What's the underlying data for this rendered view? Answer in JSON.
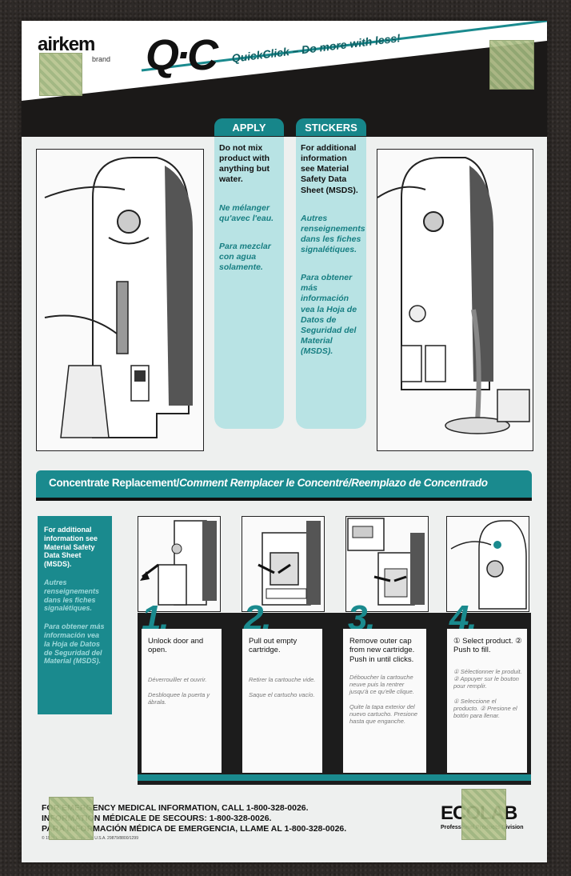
{
  "header": {
    "brand": "airkem",
    "brand_sub": "brand",
    "logo": "Q·C",
    "tagline": "QuickClick – Do more with less!"
  },
  "tabs": {
    "apply": {
      "label": "APPLY",
      "en": "Do not mix product with anything but water.",
      "fr": "Ne mélanger qu'avec l'eau.",
      "es": "Para mezclar con agua solamente."
    },
    "stickers": {
      "label": "STICKERS",
      "en": "For additional information see Material Safety Data Sheet (MSDS).",
      "fr": "Autres renseignements dans les fiches signalétiques.",
      "es": "Para obtener más información vea la Hoja de Datos de Seguridad del Material (MSDS)."
    }
  },
  "section": {
    "title_en": "Concentrate Replacement/",
    "title_fr": "Comment Remplacer le Concentré/",
    "title_es": "Reemplazo de Concentrado"
  },
  "msds": {
    "en": "For additional information see Material Safety Data Sheet (MSDS).",
    "fr": "Autres renseignements dans les fiches signalétiques.",
    "es": "Para obtener más información vea la Hoja de Datos de Seguridad del Material (MSDS)."
  },
  "steps": [
    {
      "num": "1.",
      "en": "Unlock door and open.",
      "fr": "Déverrouiller et ouvrir.",
      "es": "Desbloquee la puerta y ábrala."
    },
    {
      "num": "2.",
      "en": "Pull out empty cartridge.",
      "fr": "Retirer la cartouche vide.",
      "es": "Saque el cartucho vacío."
    },
    {
      "num": "3.",
      "en": "Remove outer cap from new cartridge. Push in until clicks.",
      "fr": "Déboucher la cartouche neuve puis la rentrer jusqu'à ce qu'elle clique.",
      "es": "Quite la tapa exterior del nuevo cartucho. Presione hasta que enganche."
    },
    {
      "num": "4.",
      "en": "① Select product. ② Push to fill.",
      "fr": "① Sélectionner le produit. ② Appuyer sur le bouton pour remplir.",
      "es": "① Seleccione el producto. ② Presione el botón para llenar."
    }
  ],
  "footer": {
    "line1": "FOR EMERGENCY MEDICAL INFORMATION, CALL 1-800-328-0026.",
    "line2": "INFORMATION MÉDICALE DE SECOURS: 1-800-328-0026.",
    "line3": "PARA INFORMACIÓN MÉDICA DE EMERGENCIA, LLAME AL 1-800-328-0026.",
    "small": "© 1999 Ecolab Inc.   Printed in U.S.A.   29879/8800/1299",
    "company": "ECOLAB",
    "company_sub": "Professional Products Division"
  },
  "colors": {
    "teal": "#1a8a8e",
    "light_teal": "#b8e3e4",
    "dark": "#1c1c1c"
  }
}
